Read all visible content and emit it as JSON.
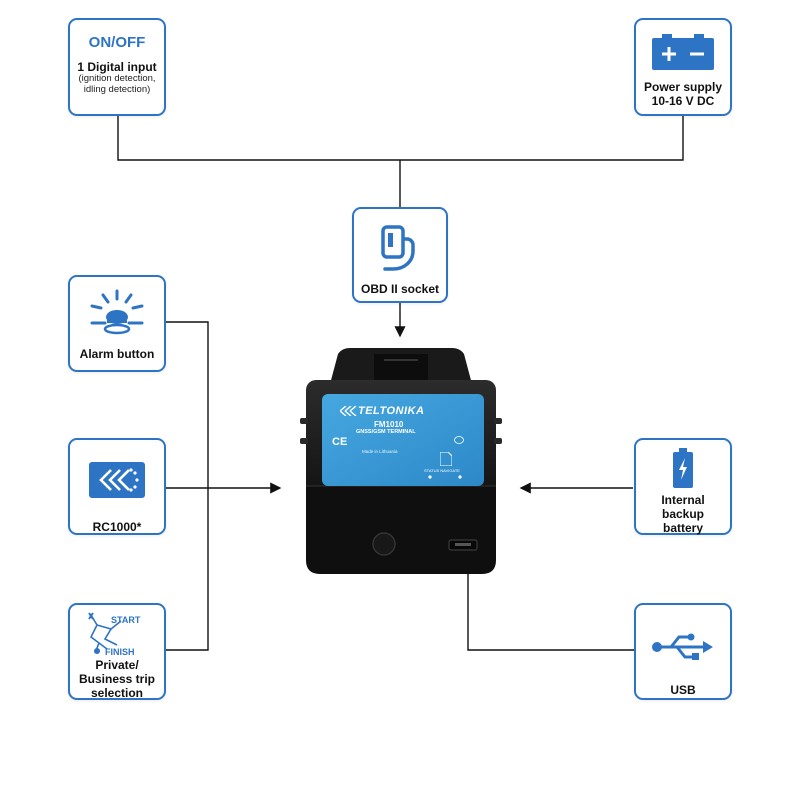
{
  "colors": {
    "accent": "#2e74c4",
    "line": "#111111",
    "device": "#1b1b1b",
    "label": "#3aa0dc"
  },
  "onoff": {
    "title": "ON/OFF",
    "label": "1 Digital input",
    "desc": "(ignition detection, idling detection)",
    "icon": "none"
  },
  "power": {
    "label": "Power supply 10-16 V DC",
    "icon": "battery-plus-minus-icon"
  },
  "obd": {
    "label": "OBD II socket",
    "icon": "obd-plug-icon"
  },
  "alarm": {
    "label": "Alarm button",
    "icon": "alarm-button-icon"
  },
  "rc": {
    "label": "RC1000*",
    "icon": "rc1000-remote-icon"
  },
  "trip": {
    "label": "Private/ Business trip selection",
    "icon_start": "START",
    "icon_finish": "FINISH",
    "icon": "route-icon"
  },
  "backup": {
    "label": "Internal backup battery",
    "icon": "battery-charge-icon"
  },
  "usb": {
    "label": "USB",
    "icon": "usb-icon"
  },
  "device": {
    "brand": "TELTONIKA",
    "model": "FM1010",
    "subtitle": "GNSS/GSM TERMINAL",
    "ce": "CE",
    "made": "Made in Lithuania",
    "status_label": "STATUS NAVIGATE"
  }
}
